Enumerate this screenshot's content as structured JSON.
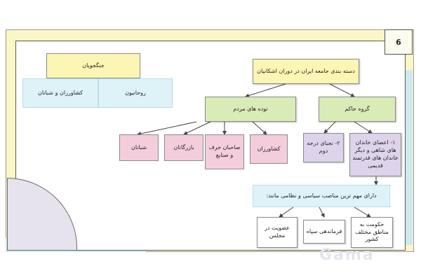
{
  "page_number": "6",
  "nodes": {
    "root": "دسته بندی جامعه ایران در دوران اشکانیان",
    "ruling_group": "گروه حاکم",
    "common_people": "توده های مردم",
    "royal_families": "۱- اعضای خاندان های شاهی و دیگر خاندان های قدرتمند قدیمی",
    "second_nobles": "۲- نجبای درجه دوم",
    "farmers": "کشاورزان",
    "craftsmen": "صاحبان حرف و صنایع",
    "merchants": "بازرگانان",
    "shepherds": "شبانان",
    "positions_title": "دارای مهم ترین مناصب سیاسی و نظامی مانند:",
    "regional_rule": "حکومت به مناطق مختلف کشور",
    "army_command": "فرماندهی سپاه",
    "council_membership": "عضویت در مجلس",
    "warriors": "جنگجویان",
    "clergy": "روحانیون",
    "farmers_shepherds": "کشاورزان و شبانان"
  },
  "watermark": "Gama",
  "colors": {
    "frame": "#fbf7c4",
    "accent_band": "#cfe9ec",
    "quarter_circle": "#e6e2ee",
    "yellow_node": "#fcf6b4",
    "green_node": "#d9ebb6",
    "purple_node": "#ddd3ea",
    "pink_node": "#f4cddd",
    "cyan_node": "#def3f7"
  }
}
